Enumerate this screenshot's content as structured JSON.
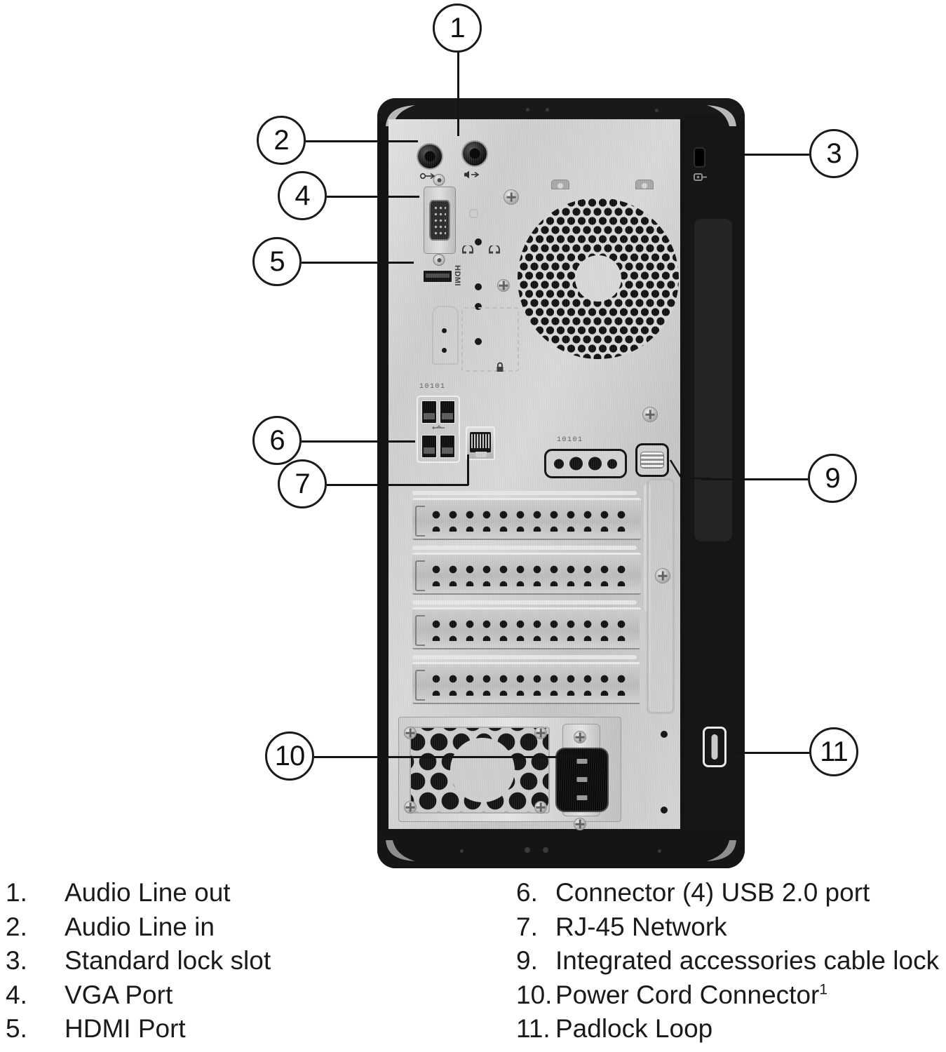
{
  "diagram": {
    "title": "Desktop tower rear panel port diagram",
    "subject": "computer-rear-panel"
  },
  "callouts": [
    {
      "id": "1",
      "label": "Audio Line out"
    },
    {
      "id": "2",
      "label": "Audio Line in"
    },
    {
      "id": "3",
      "label": "Standard lock slot"
    },
    {
      "id": "4",
      "label": "VGA Port"
    },
    {
      "id": "5",
      "label": "HDMI Port"
    },
    {
      "id": "6",
      "label": "Connector (4) USB 2.0 port"
    },
    {
      "id": "7",
      "label": "RJ-45 Network"
    },
    {
      "id": "9",
      "label": "Integrated accessories cable lock"
    },
    {
      "id": "10",
      "label": "Power Cord Connector"
    },
    {
      "id": "11",
      "label": "Padlock Loop"
    }
  ],
  "legend": {
    "left": [
      {
        "num": "1.",
        "label": "Audio Line out",
        "sup": ""
      },
      {
        "num": "2.",
        "label": "Audio Line in",
        "sup": ""
      },
      {
        "num": "3.",
        "label": "Standard lock slot",
        "sup": ""
      },
      {
        "num": "4.",
        "label": "VGA Port",
        "sup": ""
      },
      {
        "num": "5.",
        "label": "HDMI Port",
        "sup": ""
      }
    ],
    "right": [
      {
        "num": "6.",
        "label": "Connector (4) USB 2.0 port",
        "sup": ""
      },
      {
        "num": "7.",
        "label": "RJ-45 Network",
        "sup": ""
      },
      {
        "num": "9.",
        "label": "Integrated accessories cable lock",
        "sup": ""
      },
      {
        "num": "10.",
        "label": "Power Cord Connector",
        "sup": "1"
      },
      {
        "num": "11.",
        "label": "Padlock Loop",
        "sup": ""
      }
    ]
  },
  "panel_markings": {
    "usb_label": "10101",
    "serial_label": "10101",
    "hdmi_label": "HDMI"
  },
  "colors": {
    "background": "#ffffff",
    "chassis_black": "#141414",
    "metal_gray": "#d4d4d4",
    "callout_stroke": "#1b1b1b",
    "text": "#1a1a1a"
  }
}
